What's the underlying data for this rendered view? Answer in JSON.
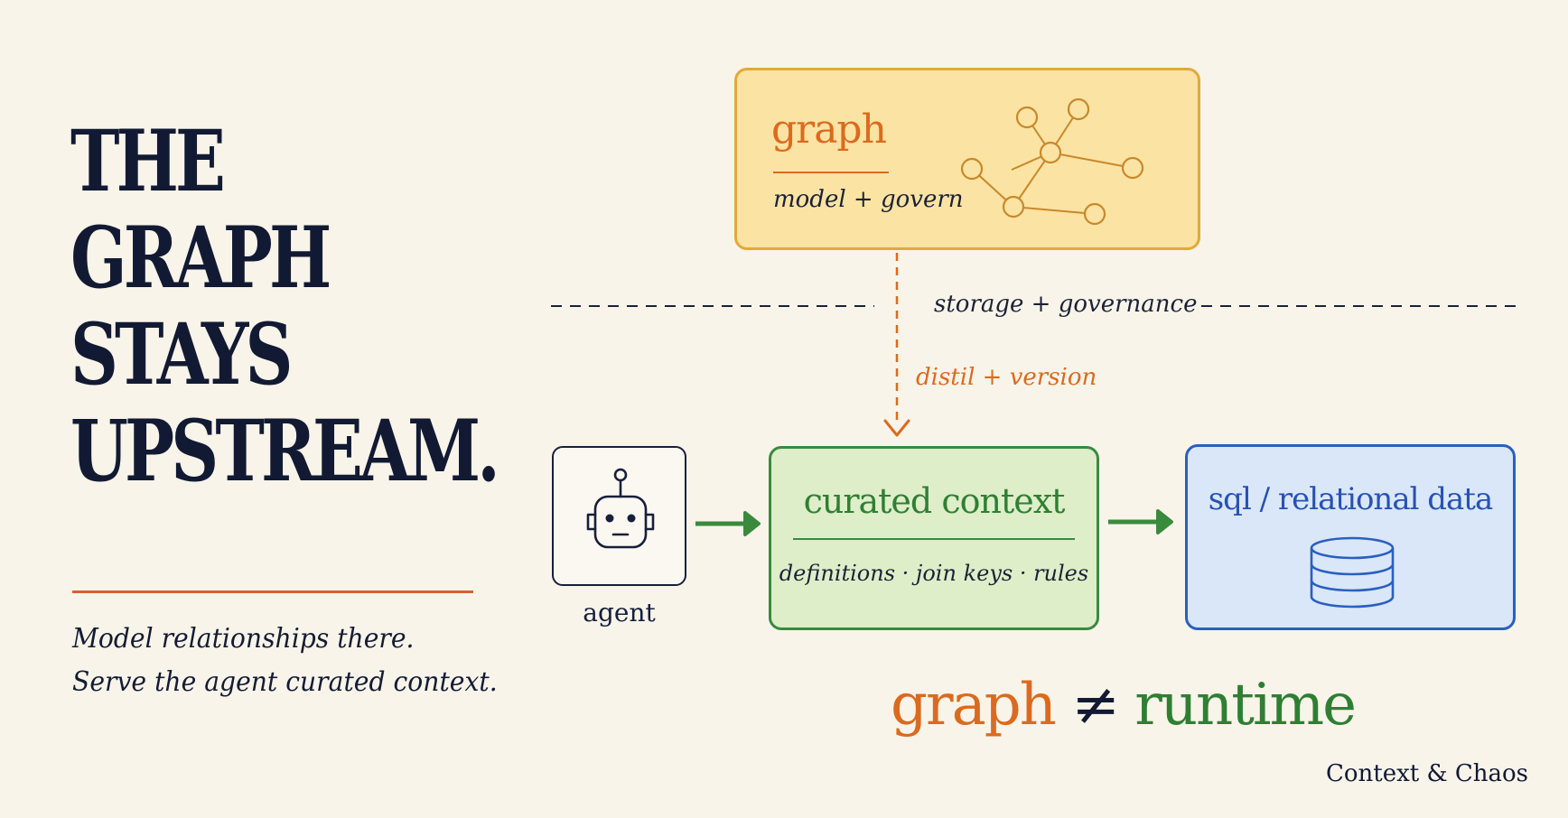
{
  "headline": {
    "lines": [
      "THE",
      "GRAPH",
      "STAYS",
      "UPSTREAM."
    ]
  },
  "tagline": {
    "lines": [
      "Model relationships there.",
      "Serve the agent curated context."
    ]
  },
  "graph_box": {
    "title": "graph",
    "subtitle": "model + govern"
  },
  "divider": {
    "label": "storage + governance"
  },
  "arrow": {
    "label": "distil + version"
  },
  "agent": {
    "label": "agent"
  },
  "context_box": {
    "title": "curated context",
    "subtitle": "definitions · join keys · rules"
  },
  "sql_box": {
    "title": "sql / relational data"
  },
  "equation": {
    "left": "graph",
    "operator": "≠",
    "right": "runtime"
  },
  "footer": {
    "brand": "Context & Chaos"
  },
  "colors": {
    "navy": "#121a33",
    "orange": "#dc6a1e",
    "green": "#2f7f33",
    "blue": "#2751b3",
    "graph_fill": "#fbe3a3",
    "context_fill": "#ddeec9",
    "sql_fill": "#d9e7f9",
    "background": "#f8f4ea"
  },
  "icons": [
    "network-graph-icon",
    "robot-icon",
    "database-icon",
    "arrow-right-icon",
    "arrow-down-icon"
  ]
}
